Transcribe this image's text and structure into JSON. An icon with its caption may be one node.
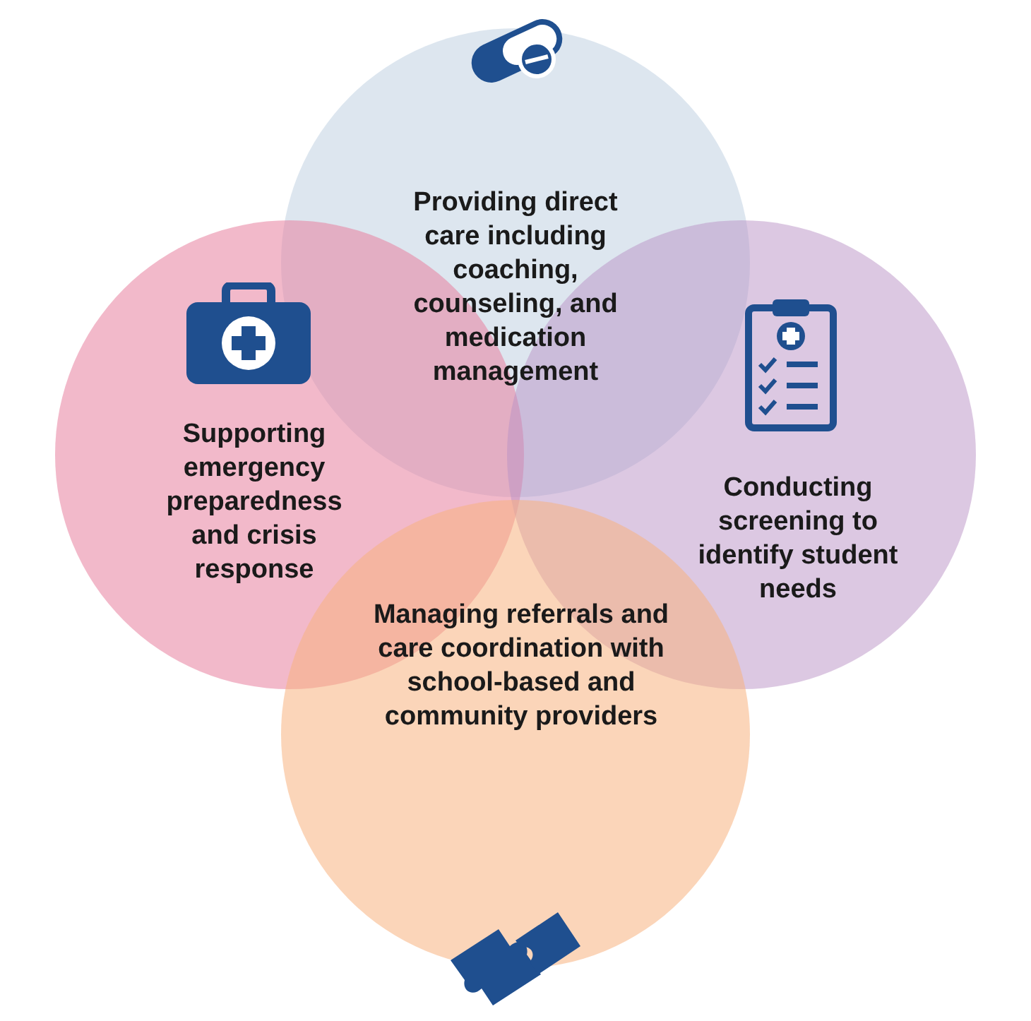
{
  "diagram": {
    "nodes": [
      {
        "text": [
          "Providing direct care including coaching, counseling, and medication management"
        ]
      },
      {
        "text": [
          "Supporting emergency preparedness and crisis response"
        ]
      },
      {
        "text": [
          "Conducting screening to identify student needs"
        ]
      },
      {
        "text": [
          "Managing referrals and care coordination with school-based and community providers"
        ]
      }
    ]
  }
}
